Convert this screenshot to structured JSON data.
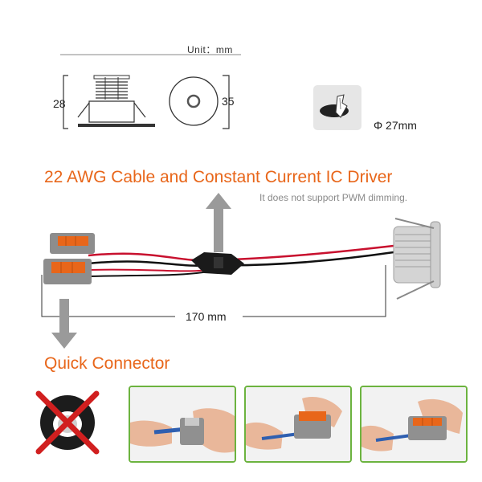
{
  "unit_label": "Unit：mm",
  "height_label": "28",
  "width_label": "35",
  "diameter_label": "Φ 27mm",
  "headline": "22 AWG Cable and Constant Current IC Driver",
  "pwm_note": "It does not support PWM dimming.",
  "cable_length_label": "170 mm",
  "quick_connector_title": "Quick Connector",
  "colors": {
    "accent_orange": "#e8661a",
    "frame_green": "#6cb33f",
    "cable_red": "#c8102e",
    "arrow_gray": "#9a9a9a"
  },
  "icons": [
    "cutout-hole-icon",
    "no-tape-icon",
    "up-arrow-icon",
    "down-arrow-icon"
  ]
}
